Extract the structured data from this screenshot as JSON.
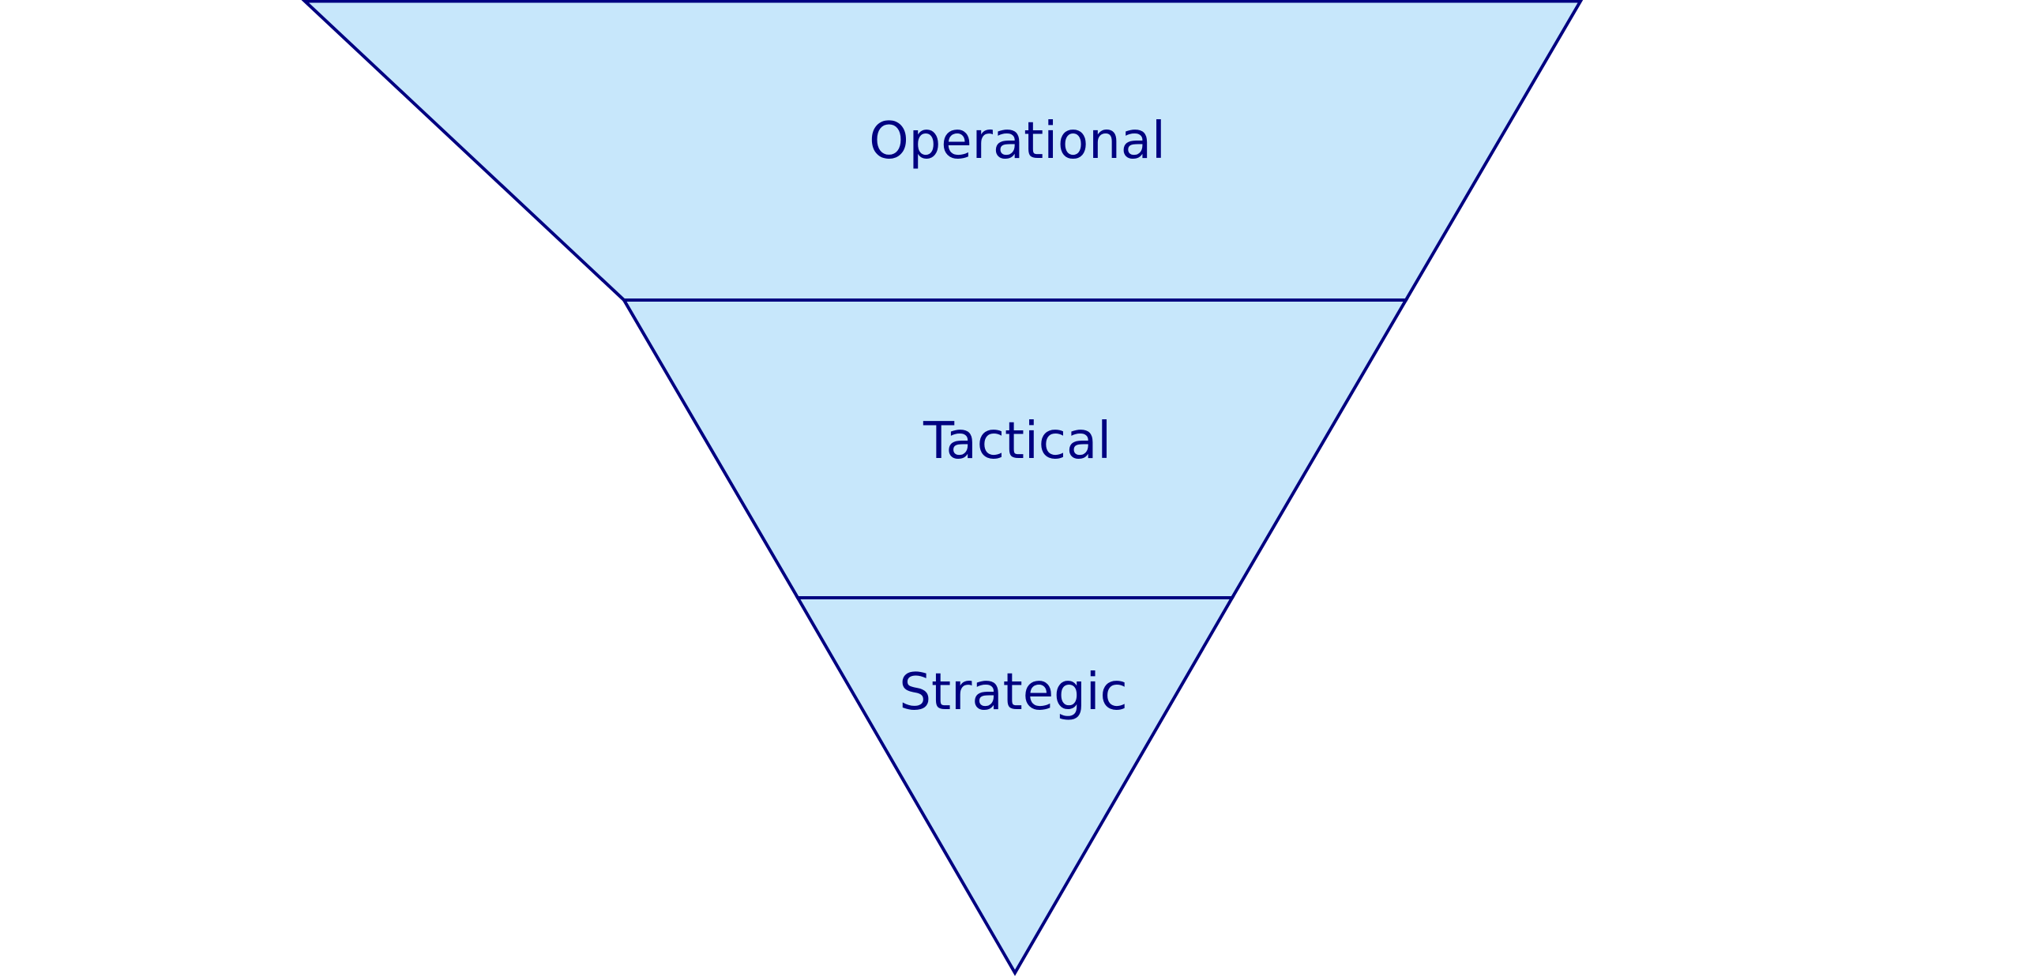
{
  "diagram": {
    "levels": [
      {
        "label": "Operational"
      },
      {
        "label": "Tactical"
      },
      {
        "label": "Strategic"
      }
    ],
    "fill_color": "#c7e7fb",
    "stroke_color": "#000080",
    "text_color": "#000080"
  }
}
